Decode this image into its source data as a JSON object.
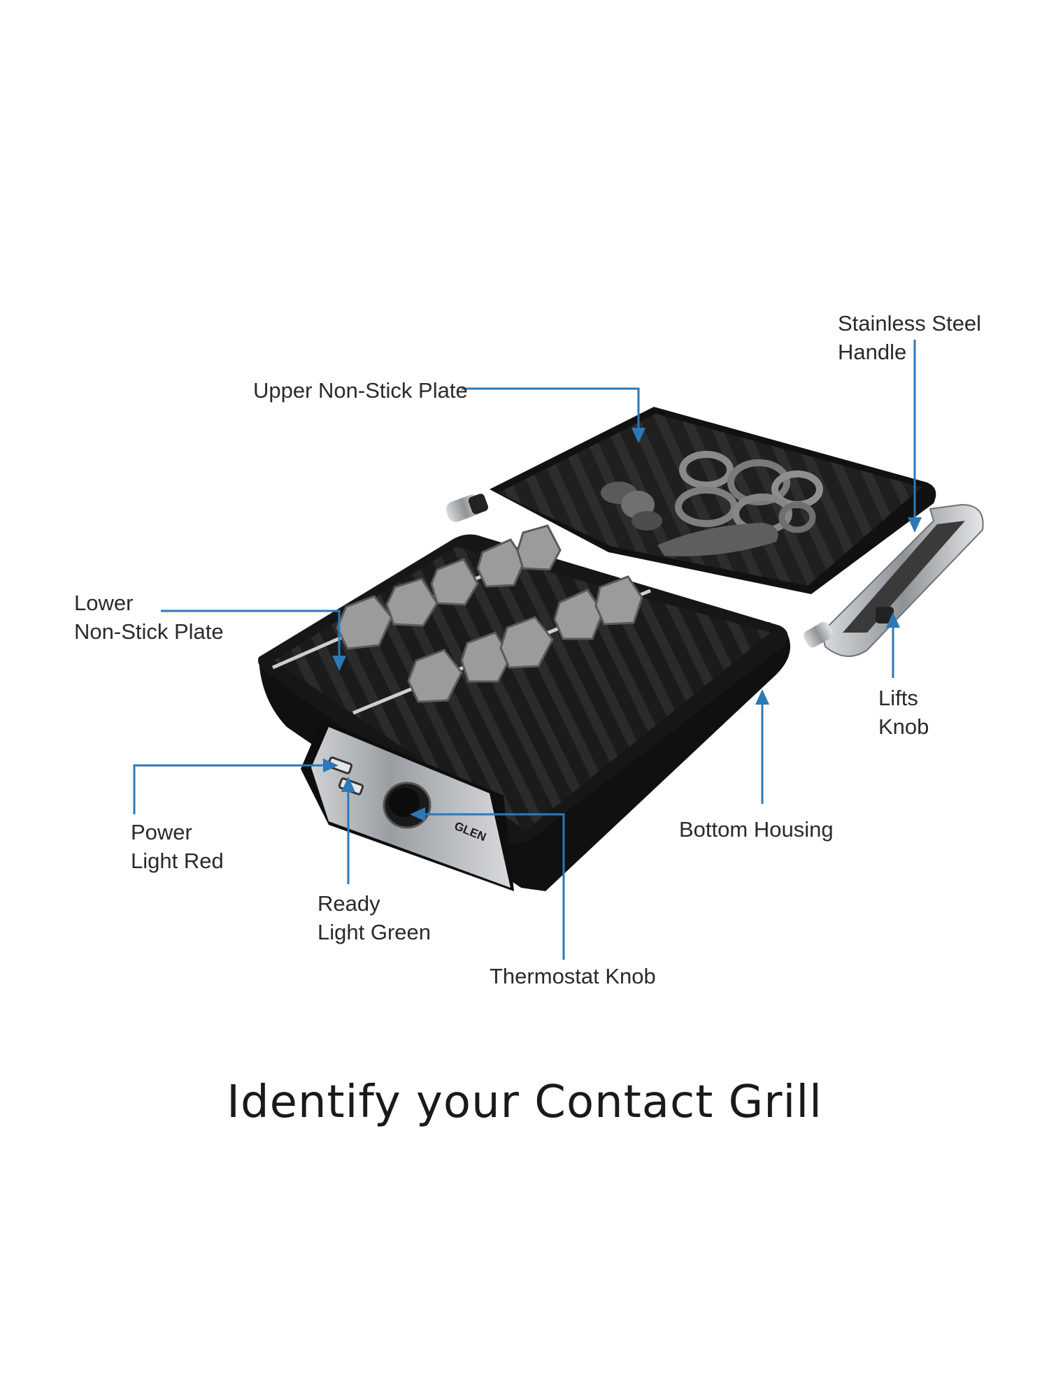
{
  "labels": {
    "stainless_steel_handle": [
      "Stainless Steel",
      "Handle"
    ],
    "upper_plate": "Upper Non-Stick Plate",
    "lower_plate": [
      "Lower",
      "Non-Stick Plate"
    ],
    "lifts_knob": [
      "Lifts",
      "Knob"
    ],
    "bottom_housing": "Bottom Housing",
    "power_light": [
      "Power",
      "Light Red"
    ],
    "ready_light": [
      "Ready",
      "Light Green"
    ],
    "thermostat_knob": "Thermostat Knob"
  },
  "brand_mark": "GLEN",
  "heading": "Identify your Contact Grill",
  "colors": {
    "callout_line": "#2b79b8",
    "grill_body": "#141414",
    "plate": "#1e1e1e",
    "steel": "#b8bcc0",
    "label_text": "#2a2a2a"
  }
}
